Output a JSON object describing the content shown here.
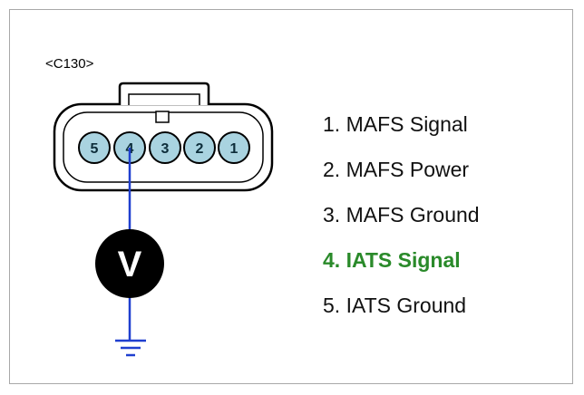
{
  "connector": {
    "label": "<C130>",
    "pin_numbers": [
      "5",
      "4",
      "3",
      "2",
      "1"
    ],
    "measured_pin": "4"
  },
  "meter": {
    "symbol": "V",
    "icon": "voltmeter-icon"
  },
  "ground": {
    "icon": "ground-icon"
  },
  "pins": [
    {
      "label": "1. MAFS Signal",
      "highlighted": false
    },
    {
      "label": "2. MAFS Power",
      "highlighted": false
    },
    {
      "label": "3. MAFS Ground",
      "highlighted": false
    },
    {
      "label": "4. IATS Signal",
      "highlighted": true
    },
    {
      "label": "5. IATS Ground",
      "highlighted": false
    }
  ],
  "colors": {
    "pin_fill": "#a9d3e0",
    "wire": "#1f3fcf",
    "highlight_text": "#2a8a2a",
    "meter_fill": "#000000",
    "outline": "#000000"
  }
}
